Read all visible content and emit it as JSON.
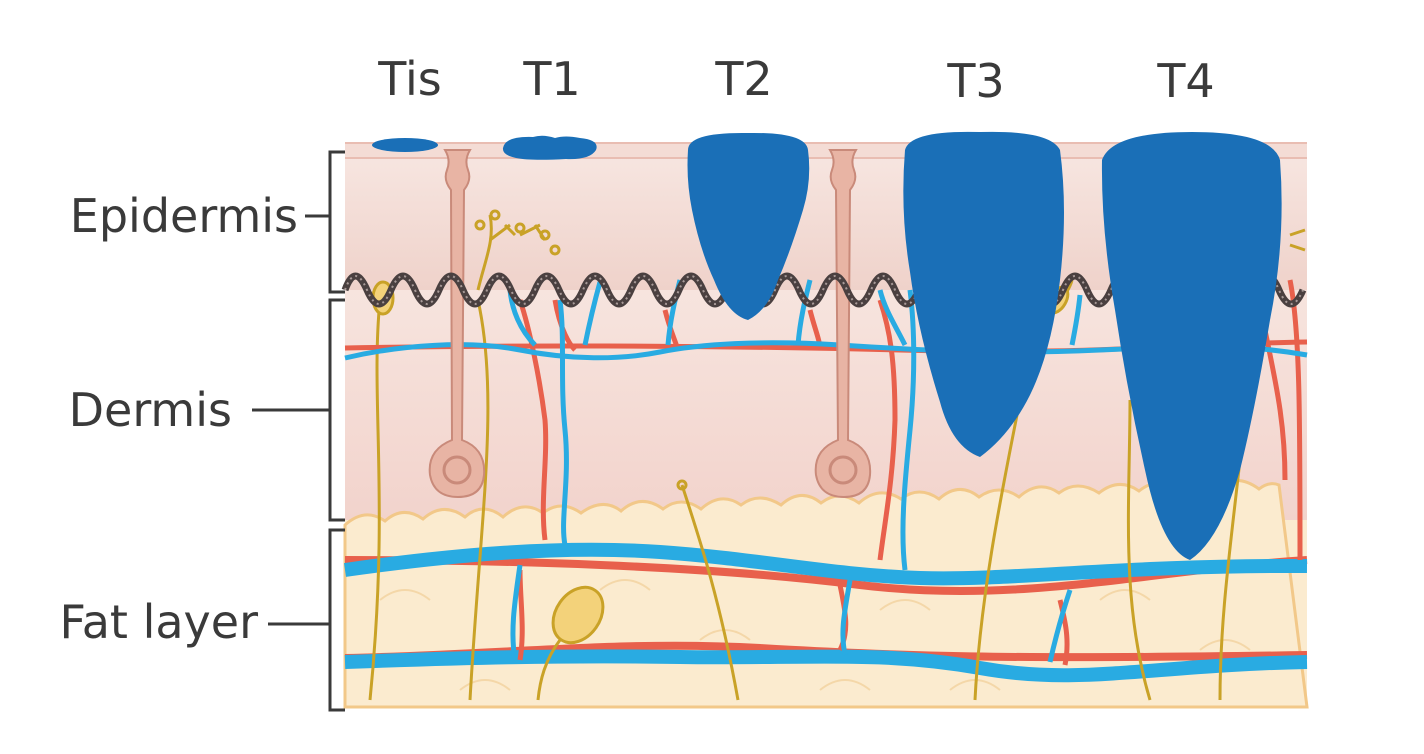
{
  "stages": [
    "Tis",
    "T1",
    "T2",
    "T3",
    "T4"
  ],
  "layers": [
    "Epidermis",
    "Dermis",
    "Fat layer"
  ],
  "colors": {
    "tumor": "#1a6fb7",
    "vein": "#29abe2",
    "artery": "#e8604c",
    "nerve": "#c9a227",
    "basement": "#4a4040",
    "hair": "#e8b4a4",
    "epidermis": "#f2dcd6",
    "dermis": "#f5e0da",
    "fat": "#fbebcf"
  }
}
